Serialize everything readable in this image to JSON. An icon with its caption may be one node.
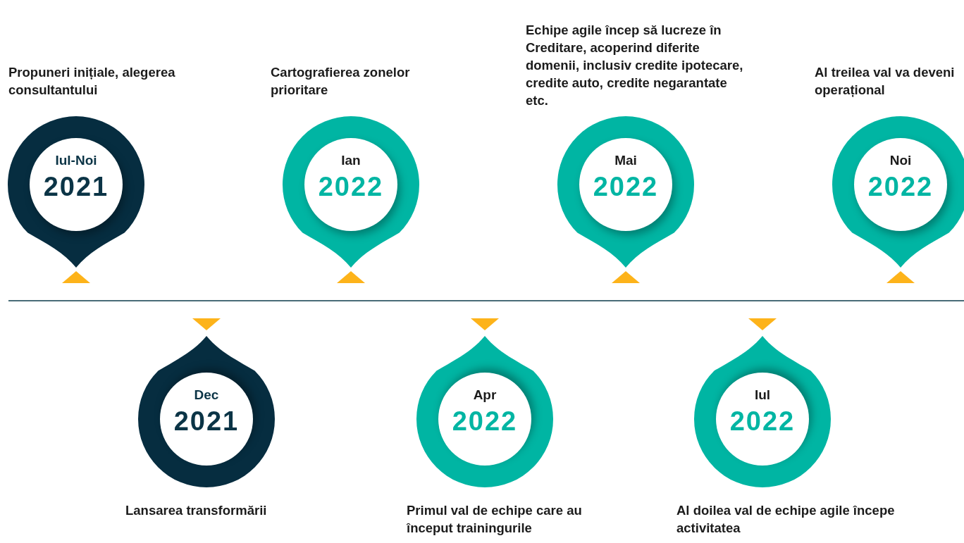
{
  "diagram": {
    "nodes": [
      {
        "text": [
          "Iul-Noi",
          "2021"
        ],
        "beside": [
          "Propuneri inițiale, alegerea consultantului"
        ]
      },
      {
        "text": [
          "Dec",
          "2021"
        ],
        "beside": [
          "Lansarea transformării"
        ]
      },
      {
        "text": [
          "Ian",
          "2022"
        ],
        "beside": [
          "Cartografierea zonelor prioritare"
        ]
      },
      {
        "text": [
          "Apr",
          "2022"
        ],
        "beside": [
          "Primul val de echipe care au început trainingurile"
        ]
      },
      {
        "text": [
          "Mai",
          "2022"
        ],
        "beside": [
          "Echipe agile încep să lucreze în Creditare, acoperind diferite domenii, inclusiv credite ipotecare, credite auto, credite negarantate etc."
        ]
      },
      {
        "text": [
          "Iul",
          "2022"
        ],
        "beside": [
          "Al doilea val de echipe agile începe activitatea"
        ]
      },
      {
        "text": [
          "Noi",
          "2022"
        ],
        "beside": [
          "Al treilea val va deveni operațional"
        ]
      }
    ]
  }
}
